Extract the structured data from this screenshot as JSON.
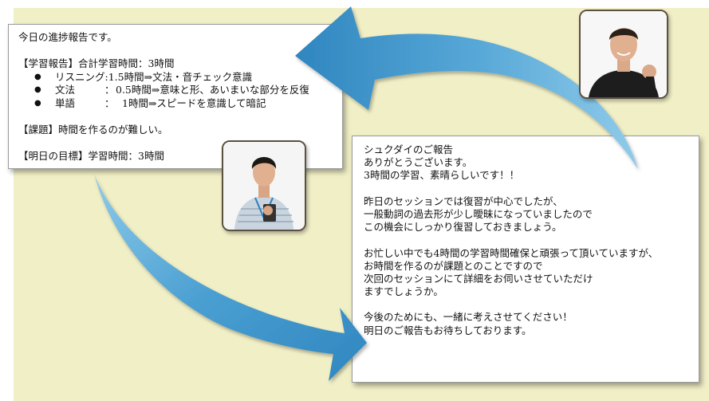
{
  "report": {
    "greeting": "今日の進捗報告です。",
    "study_header": "【学習報告】合計学習時間：3時間",
    "items": [
      {
        "bullet": "●",
        "term": "リスニング",
        "colon": ":",
        "detail": "1.5時間⇒文法・音チェック意識"
      },
      {
        "bullet": "●",
        "term": "文法",
        "colon": "：",
        "detail": "0.5時間⇒意味と形、あいまいな部分を反復"
      },
      {
        "bullet": "●",
        "term": "単語",
        "colon": "：",
        "detail": "1時間⇒スピードを意識して暗記"
      }
    ],
    "issue": "【課題】時間を作るのが難しい。",
    "goal": "【明日の目標】学習時間：3時間"
  },
  "reply": {
    "lines": [
      "シュクダイのご報告",
      "ありがとうございます。",
      "3時間の学習、素晴らしいです！！",
      "",
      "昨日のセッションでは復習が中心でしたが、",
      "一般動詞の過去形が少し曖昧になっていましたので",
      "この機会にしっかり復習しておきましょう。",
      "",
      "お忙しい中でも4時間の学習時間確保と頑張って頂いていますが、",
      "お時間を作るのが課題とのことですので",
      "次回のセッションにて詳細をお伺いさせていただけ",
      "ますでしょうか。",
      "",
      "今後のためにも、一緒に考えさせてください！",
      "明日のご報告もお待ちしております。"
    ]
  },
  "colors": {
    "background": "#f1efc6",
    "arrow_light": "#7ec3e6",
    "arrow_dark": "#2f86bf"
  }
}
